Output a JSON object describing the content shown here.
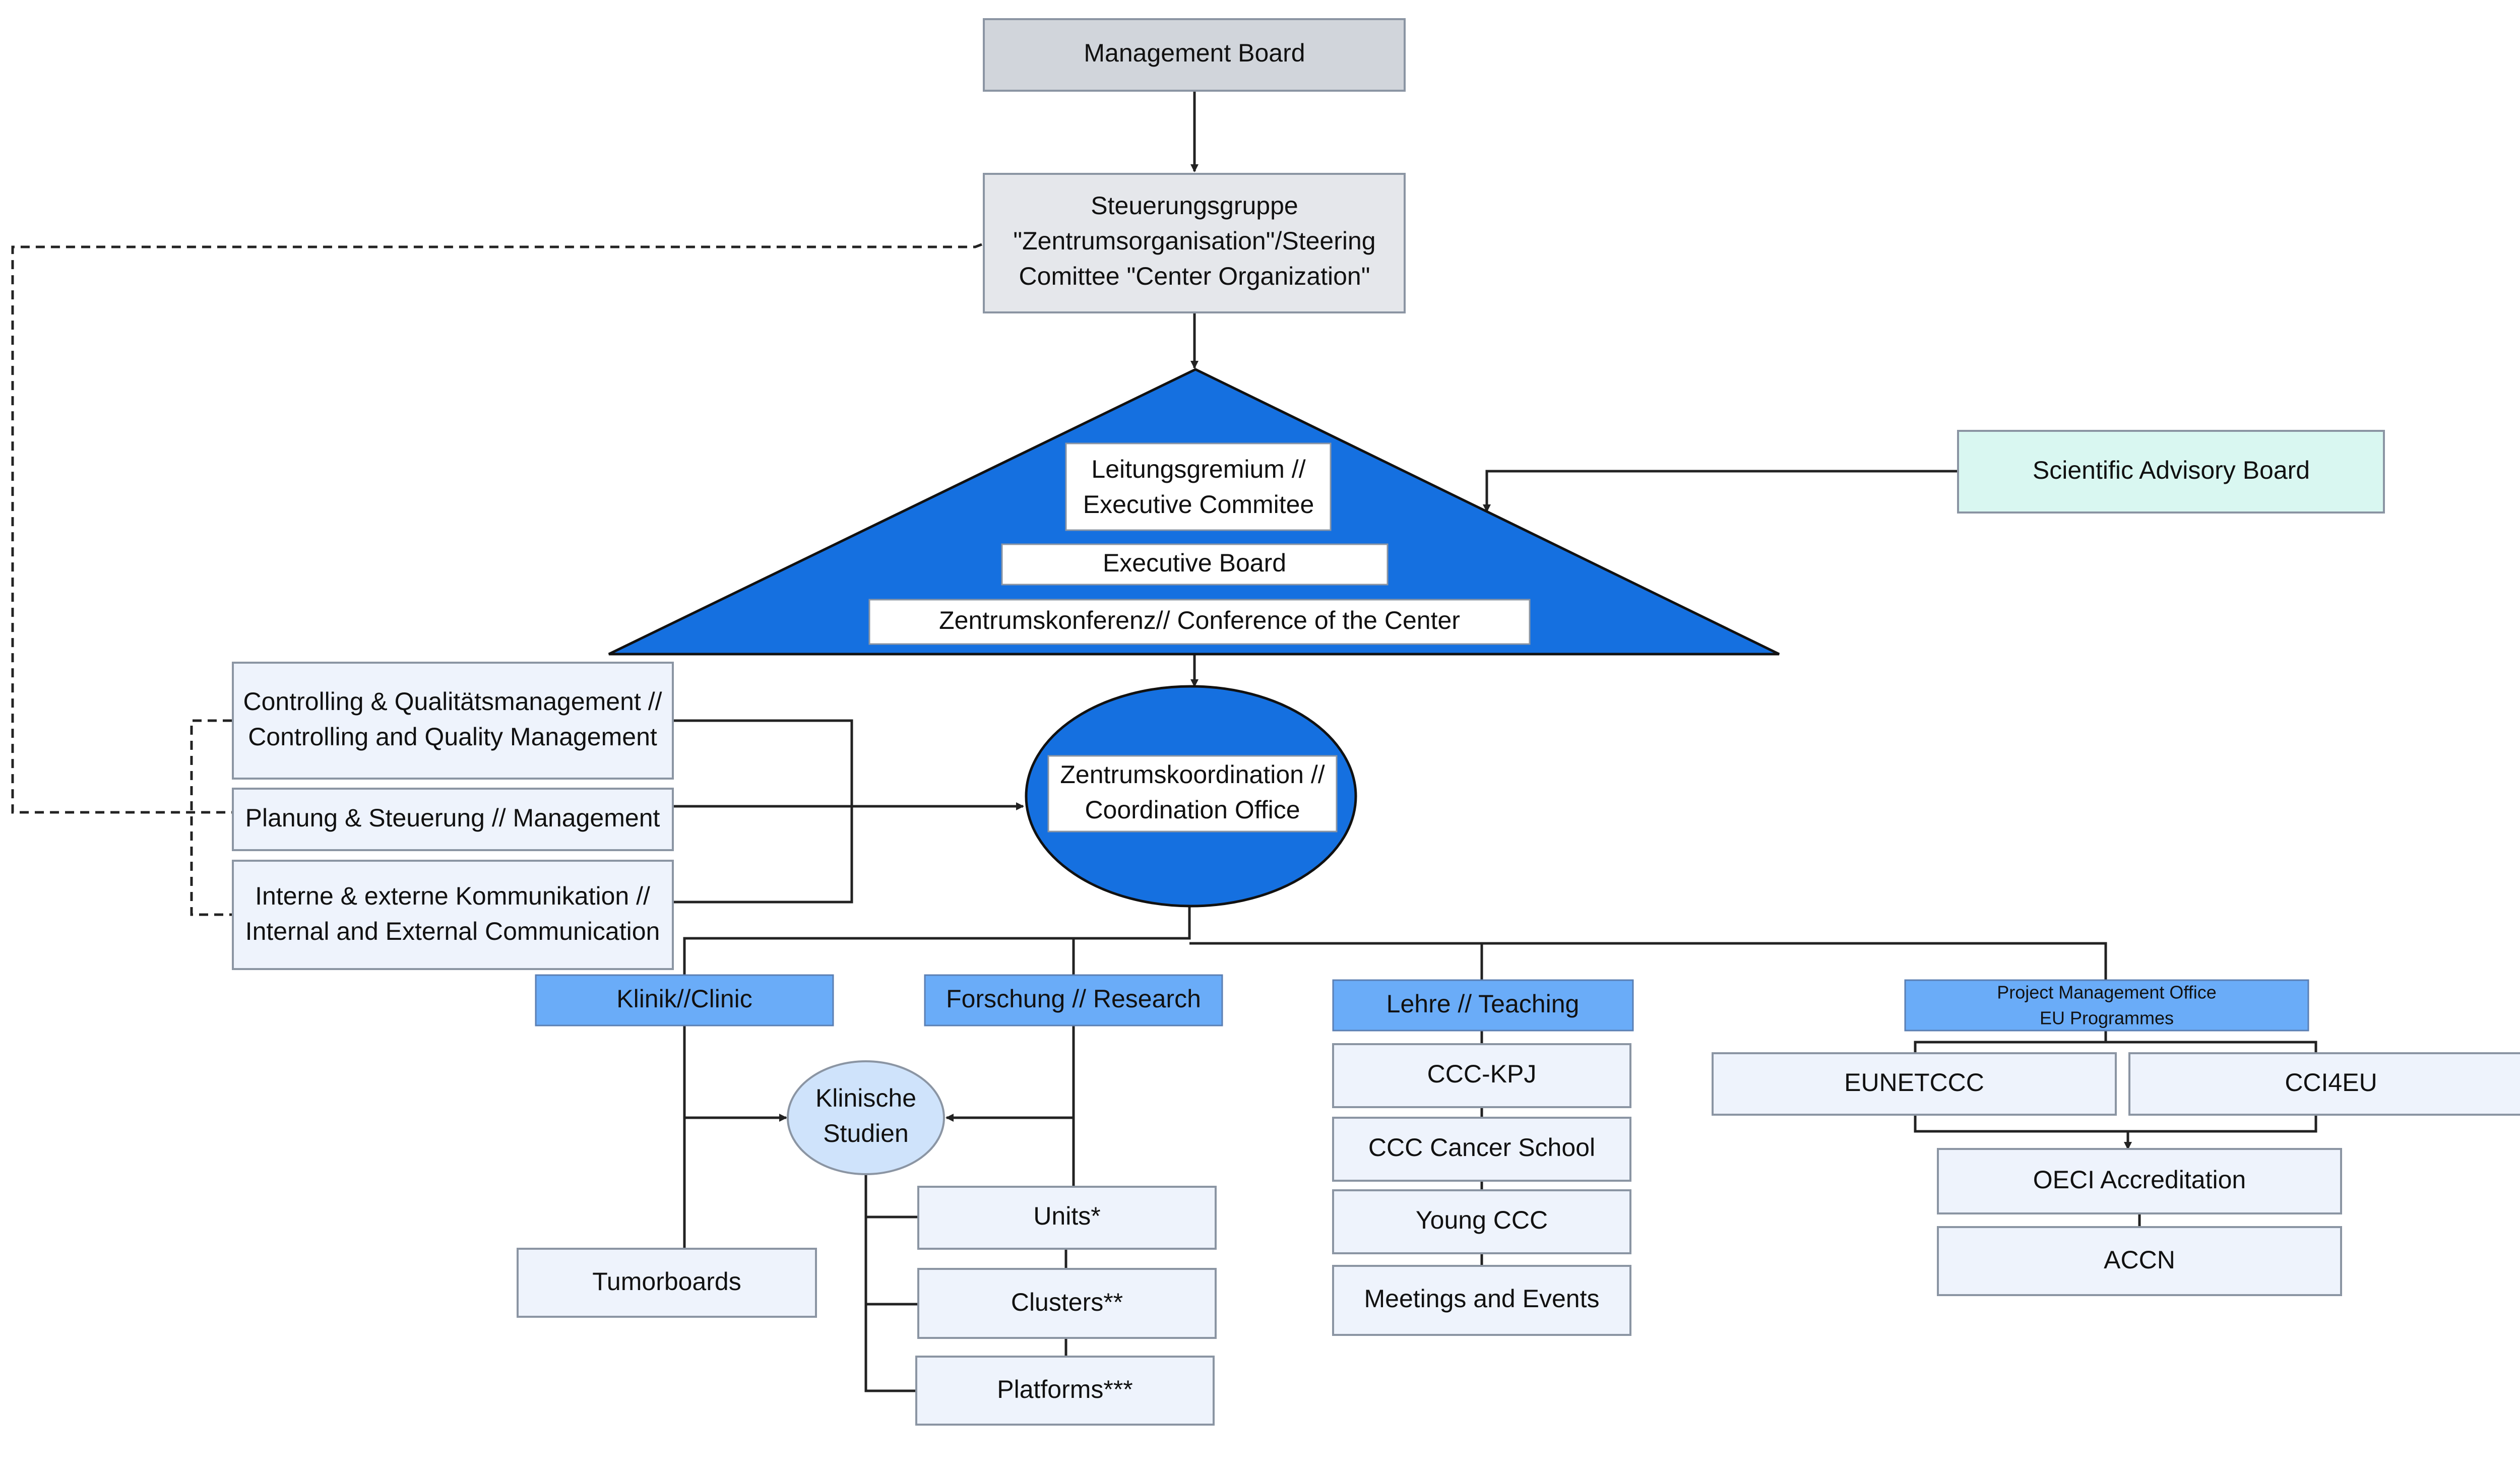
{
  "colors": {
    "board_fill": "#d1d5db",
    "steering_fill": "#e5e7eb",
    "triangle_fill": "#1570e0",
    "advisory_fill": "#d9f7f1",
    "light_box_fill": "#eef3fc",
    "dept_fill": "#6aacf8",
    "studien_fill": "#cfe3fb",
    "box_stroke": "#8b95a3",
    "line": "#222222"
  },
  "nodes": {
    "management_board": "Management Board",
    "steering": [
      "Steuerungsgruppe",
      "\"Zentrumsorganisation\"/Steering",
      "Comittee \"Center Organization\""
    ],
    "leitungsgremium": [
      "Leitungsgremium //",
      "Executive Commitee"
    ],
    "executive_board": "Executive Board",
    "zentrumskonferenz": "Zentrumskonferenz// Conference of the Center",
    "scientific_advisory_board": "Scientific Advisory Board",
    "controlling": [
      "Controlling & Qualitätsmanagement //",
      "Controlling and Quality Management"
    ],
    "planung": "Planung & Steuerung // Management",
    "kommunikation": [
      "Interne & externe Kommunikation //",
      "Internal and External Communication"
    ],
    "zentrumskoordination": [
      "Zentrumskoordination //",
      "Coordination Office"
    ],
    "klinik": "Klinik//Clinic",
    "forschung": "Forschung // Research",
    "lehre": "Lehre // Teaching",
    "pmo": [
      "Project Management Office",
      "EU Programmes"
    ],
    "klinische_studien": [
      "Klinische",
      "Studien"
    ],
    "tumorboards": "Tumorboards",
    "units": "Units*",
    "clusters": "Clusters**",
    "platforms": "Platforms***",
    "ccc_kpj": "CCC-KPJ",
    "cancer_school": "CCC Cancer School",
    "young_ccc": "Young CCC",
    "meetings_events": "Meetings and Events",
    "eunetccc": "EUNETCCC",
    "cci4eu": "CCI4EU",
    "oeci": "OECI Accreditation",
    "accn": "ACCN"
  }
}
